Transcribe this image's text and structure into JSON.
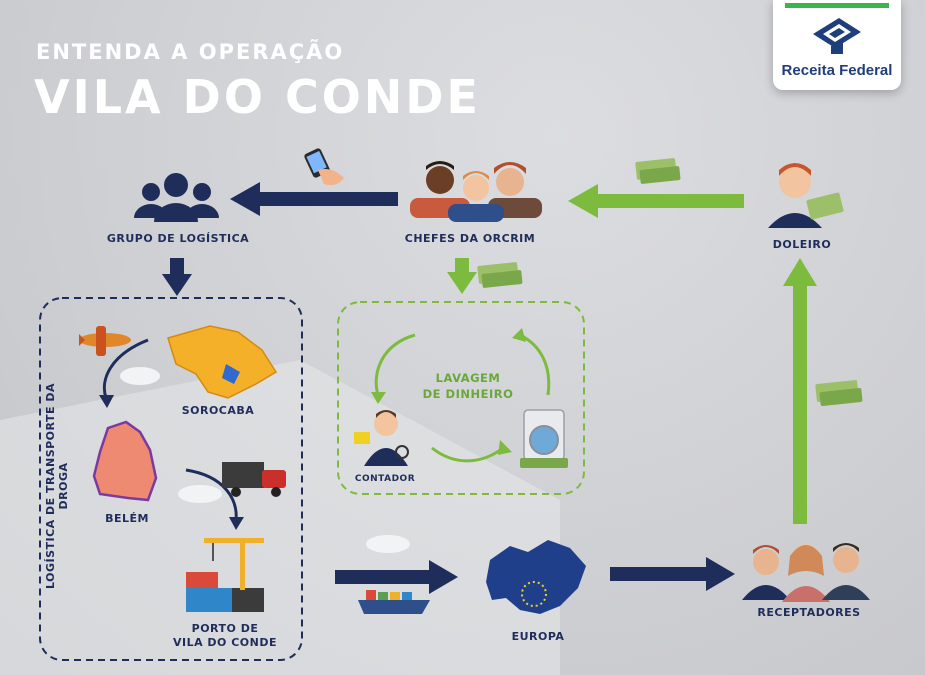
{
  "header": {
    "subtitle": "ENTENDA A OPERAÇÃO",
    "title": "VILA DO CONDE"
  },
  "logo": {
    "text": "Receita Federal"
  },
  "nodes": {
    "grupo": "GRUPO DE LOGÍSTICA",
    "chefes": "CHEFES DA ORCRIM",
    "doleiro": "DOLEIRO",
    "lavagem_1": "LAVAGEM",
    "lavagem_2": "DE DINHEIRO",
    "contador": "CONTADOR",
    "sorocaba": "SOROCABA",
    "belem": "BELÉM",
    "porto_1": "PORTO DE",
    "porto_2": "VILA DO CONDE",
    "europa": "EUROPA",
    "receptadores": "RECEPTADORES",
    "logistica_vertical": "LOGÍSTICA DE TRANSPORTE DA DROGA"
  },
  "colors": {
    "navy": "#1f2d5a",
    "green": "#7dbb3e",
    "white": "#ffffff",
    "brand_green": "#39b54a"
  },
  "icons": [
    "people-group-icon",
    "leaders-icon",
    "phone-hand-icon",
    "money-icon",
    "doleiro-icon",
    "accountant-icon",
    "washing-machine-icon",
    "airplane-icon",
    "cocaine-powder-icon",
    "sao-paulo-map-icon",
    "para-map-icon",
    "truck-icon",
    "crane-port-icon",
    "ship-icon",
    "europe-map-icon",
    "receivers-icon"
  ]
}
